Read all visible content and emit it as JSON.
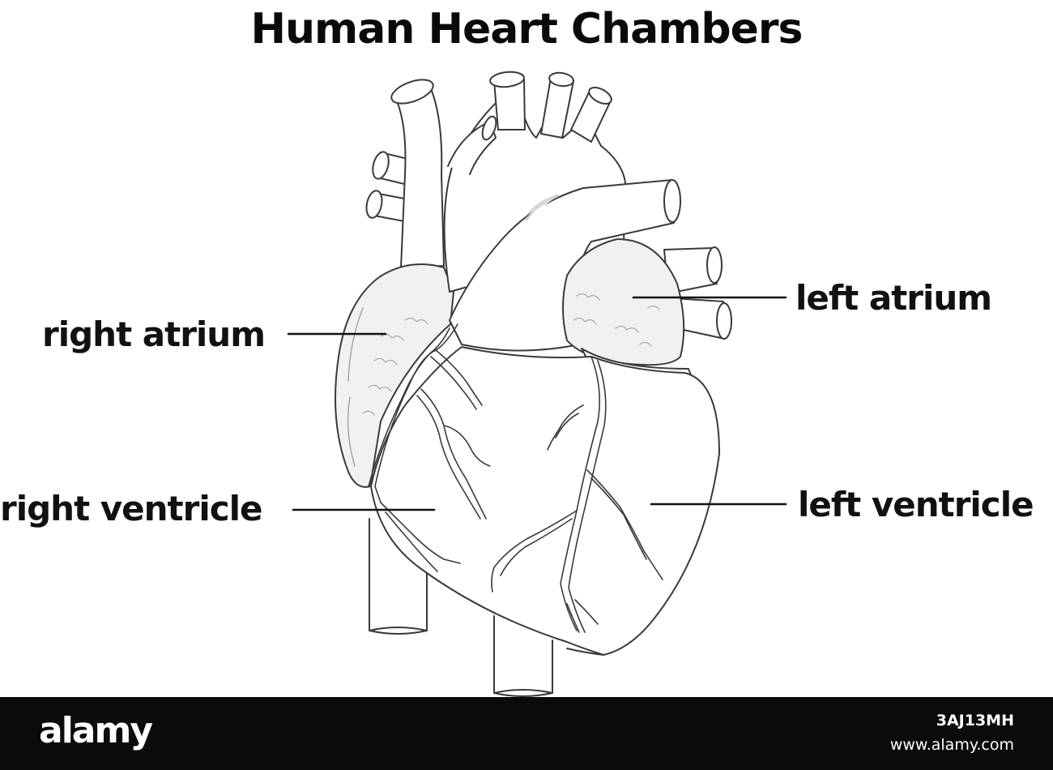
{
  "title": "Human Heart Chambers",
  "labels": {
    "right_atrium": "right atrium",
    "right_ventricle": "right ventricle",
    "left_atrium": "left atrium",
    "left_ventricle": "left ventricle"
  },
  "footer": {
    "brand": "alamy",
    "image_id": "3AJ13MH",
    "site": "www.alamy.com"
  },
  "colors": {
    "outline": "#3a3a3a",
    "atrium_fill": "#f1f1f1",
    "text": "#111111",
    "footer_bg": "#0b0b0b"
  }
}
